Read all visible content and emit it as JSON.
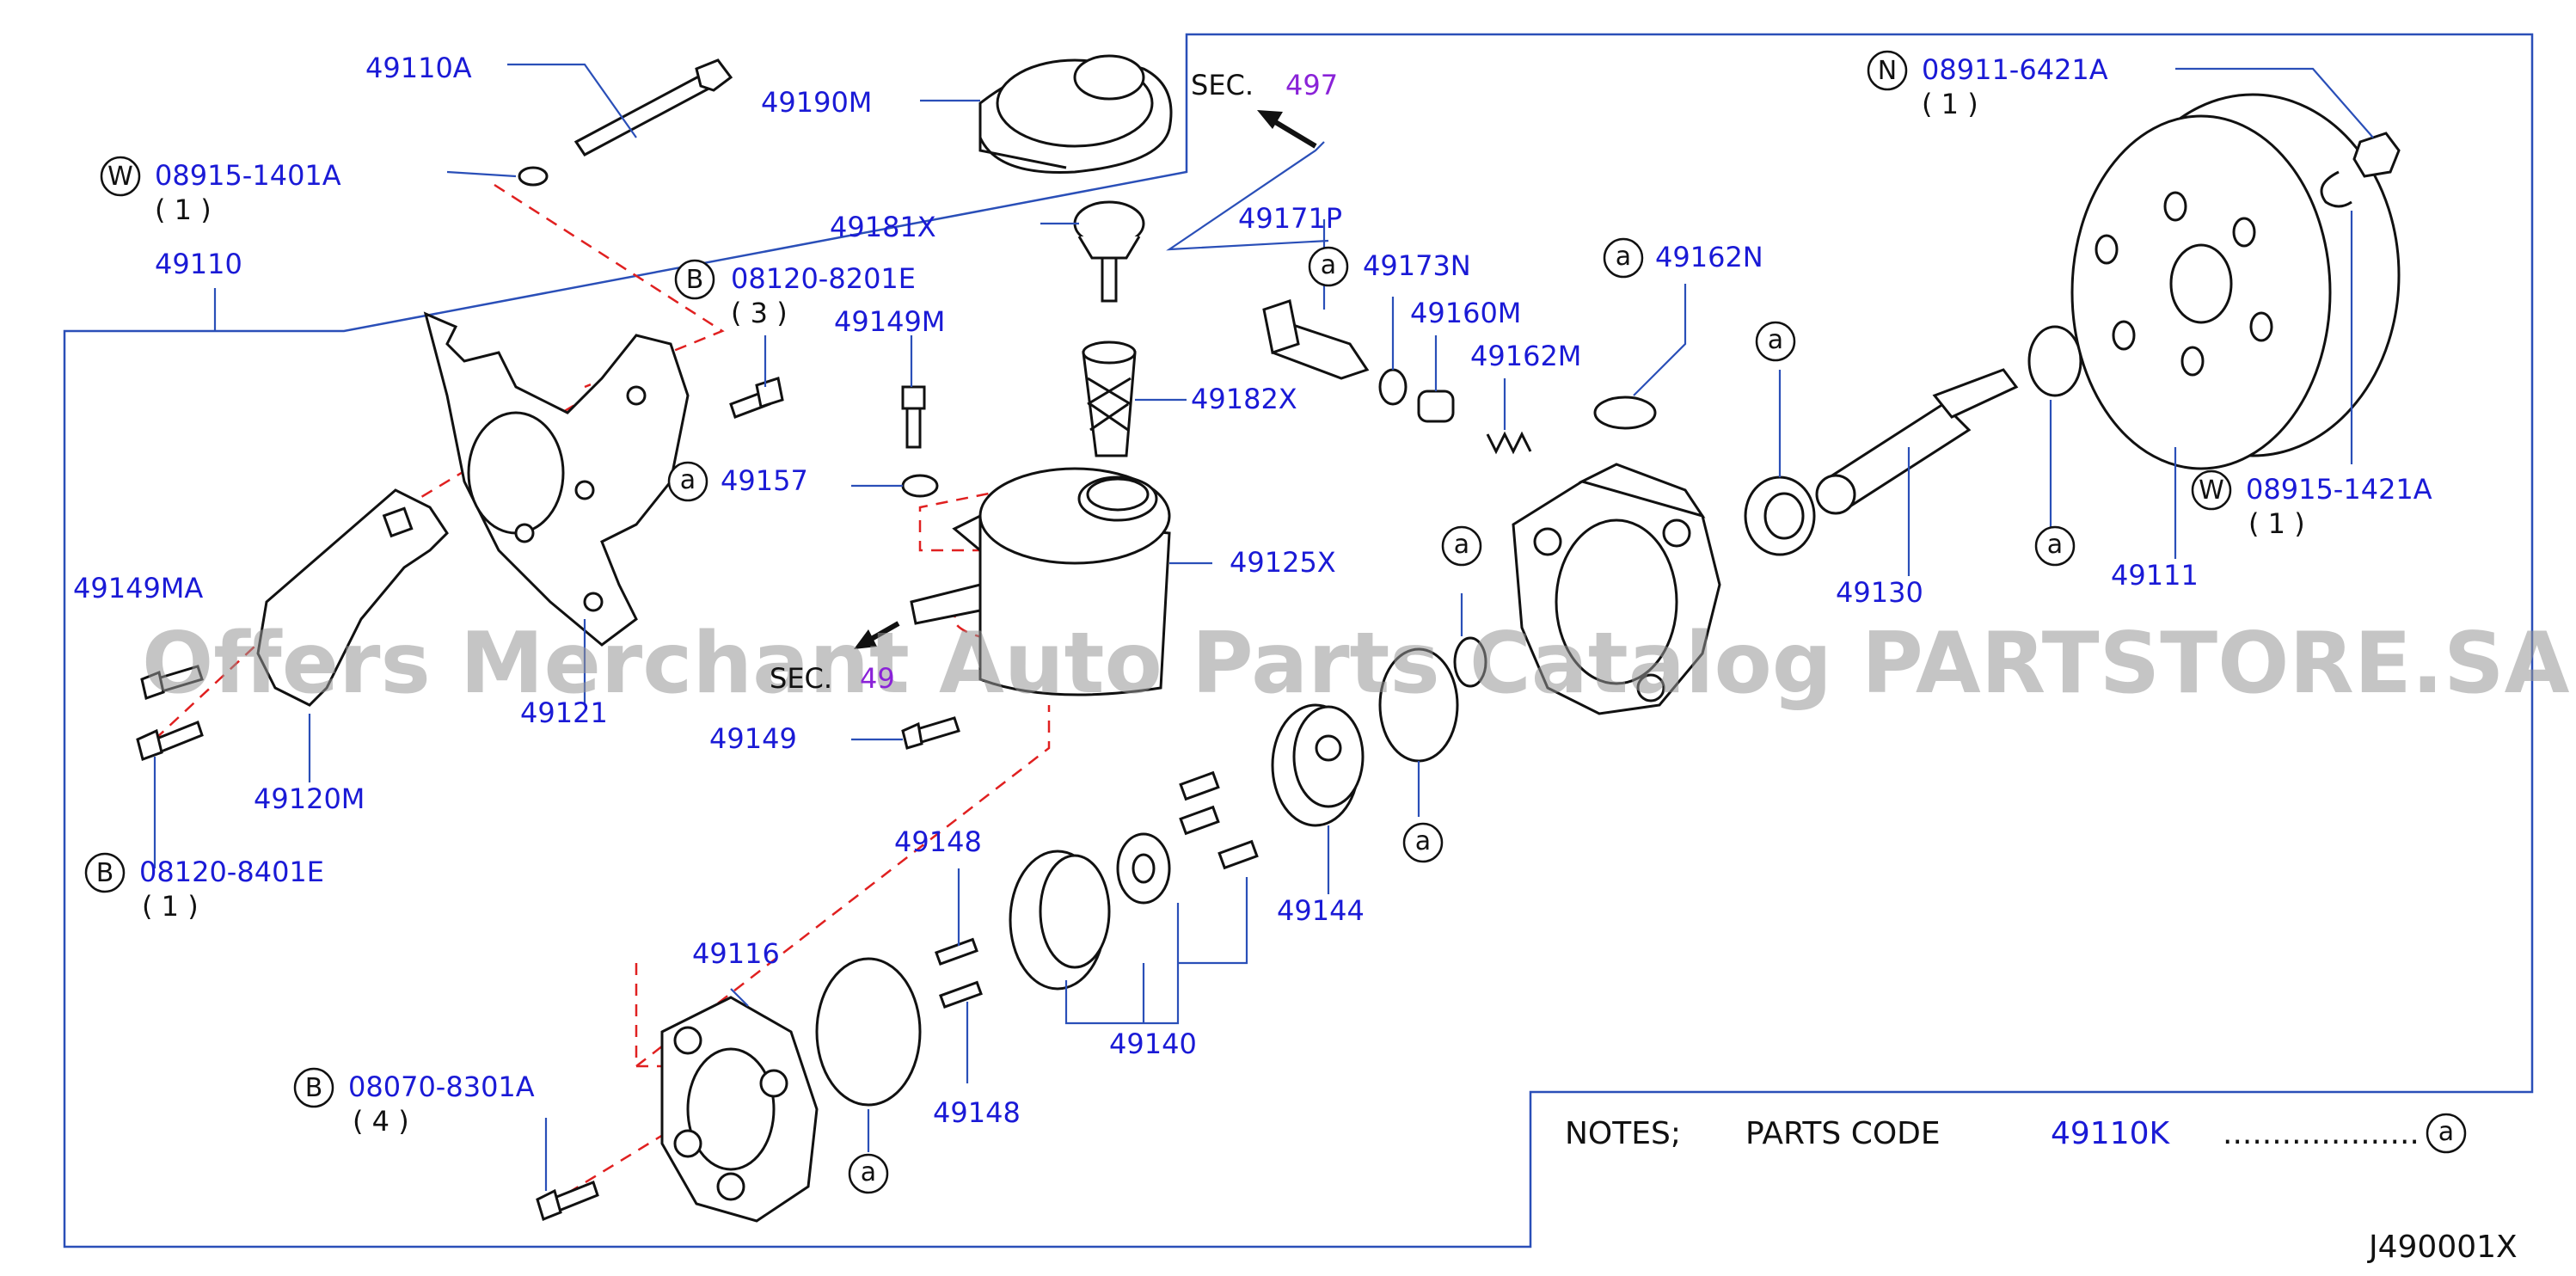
{
  "diagram": {
    "code": "J490001X",
    "watermark": "Offers Merchant Auto Parts Catalog PARTSTORE.SA",
    "sec_labels": [
      {
        "prefix": "SEC.",
        "number": "497"
      },
      {
        "prefix": "SEC.",
        "number": "49"
      }
    ],
    "parts": {
      "p49110A": "49110A",
      "p49190M": "49190M",
      "p08915_1401A": "08915-1401A",
      "p08915_1401A_qty": "( 1 )",
      "p49110": "49110",
      "p08120_8201E": "08120-8201E",
      "p08120_8201E_qty": "( 3 )",
      "p49181X": "49181X",
      "p49149M": "49149M",
      "p49171P": "49171P",
      "p49173N": "49173N",
      "p49160M": "49160M",
      "p49162M": "49162M",
      "p49162N": "49162N",
      "p49182X": "49182X",
      "p49157": "49157",
      "p49125X": "49125X",
      "p49149MA": "49149MA",
      "p49121": "49121",
      "p49149": "49149",
      "p49120M": "49120M",
      "p08120_8401E": "08120-8401E",
      "p08120_8401E_qty": "( 1 )",
      "p49148a": "49148",
      "p49148b": "49148",
      "p49116": "49116",
      "p49140": "49140",
      "p49144": "49144",
      "p08070_8301A": "08070-8301A",
      "p08070_8301A_qty": "( 4 )",
      "p08911_6421A": "08911-6421A",
      "p08911_6421A_qty": "( 1 )",
      "p49130": "49130",
      "p49111": "49111",
      "p08915_1421A": "08915-1421A",
      "p08915_1421A_qty": "( 1 )"
    },
    "prefix_letters": {
      "W1": "W",
      "B1": "B",
      "B2": "B",
      "B3": "B",
      "N1": "N",
      "W2": "W",
      "a_ref": "a"
    },
    "notes": {
      "label": "NOTES;",
      "parts_code_label": "PARTS  CODE",
      "parts_code_value": "49110K",
      "dots": "....................",
      "ref_letter": "a"
    }
  }
}
